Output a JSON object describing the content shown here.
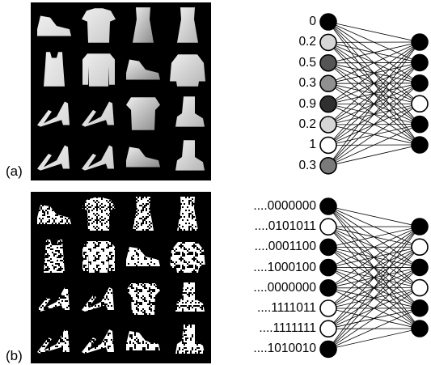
{
  "panels": [
    {
      "label": "(a)",
      "grid_style": "grayscale",
      "grid_items": [
        "sneaker",
        "tshirt",
        "dress",
        "dress",
        "top",
        "sweater",
        "sneaker",
        "pullover",
        "sandal",
        "sandal",
        "shirt",
        "ankle-boot",
        "sandal",
        "sandal",
        "sneaker",
        "ankle-boot"
      ],
      "input_labels": [
        "0",
        "0.2",
        "0.5",
        "0.3",
        "0.9",
        "0.2",
        "1",
        "0.3"
      ],
      "input_colors": [
        "#000000",
        "#d6d6d6",
        "#555555",
        "#909090",
        "#303030",
        "#d6d6d6",
        "#ffffff",
        "#7a7a7a"
      ],
      "output_colors": [
        "#000000",
        "#000000",
        "#000000",
        "#ffffff",
        "#000000",
        "#000000"
      ]
    },
    {
      "label": "(b)",
      "grid_style": "binary",
      "grid_items": [
        "sneaker",
        "tshirt",
        "dress",
        "dress",
        "top",
        "sweater",
        "sneaker",
        "pullover",
        "sandal",
        "sandal",
        "shirt",
        "ankle-boot",
        "sandal",
        "sandal",
        "sneaker",
        "ankle-boot"
      ],
      "input_labels": [
        "....0000000",
        "....0101011",
        "....0001100",
        "....1000100",
        "....0000000",
        "....1111011",
        "....1111111",
        "....1010010"
      ],
      "input_colors": [
        "#000000",
        "#ffffff",
        "#000000",
        "#000000",
        "#000000",
        "#ffffff",
        "#ffffff",
        "#000000"
      ],
      "output_colors": [
        "#000000",
        "#ffffff",
        "#000000",
        "#ffffff",
        "#000000",
        "#000000"
      ]
    }
  ]
}
